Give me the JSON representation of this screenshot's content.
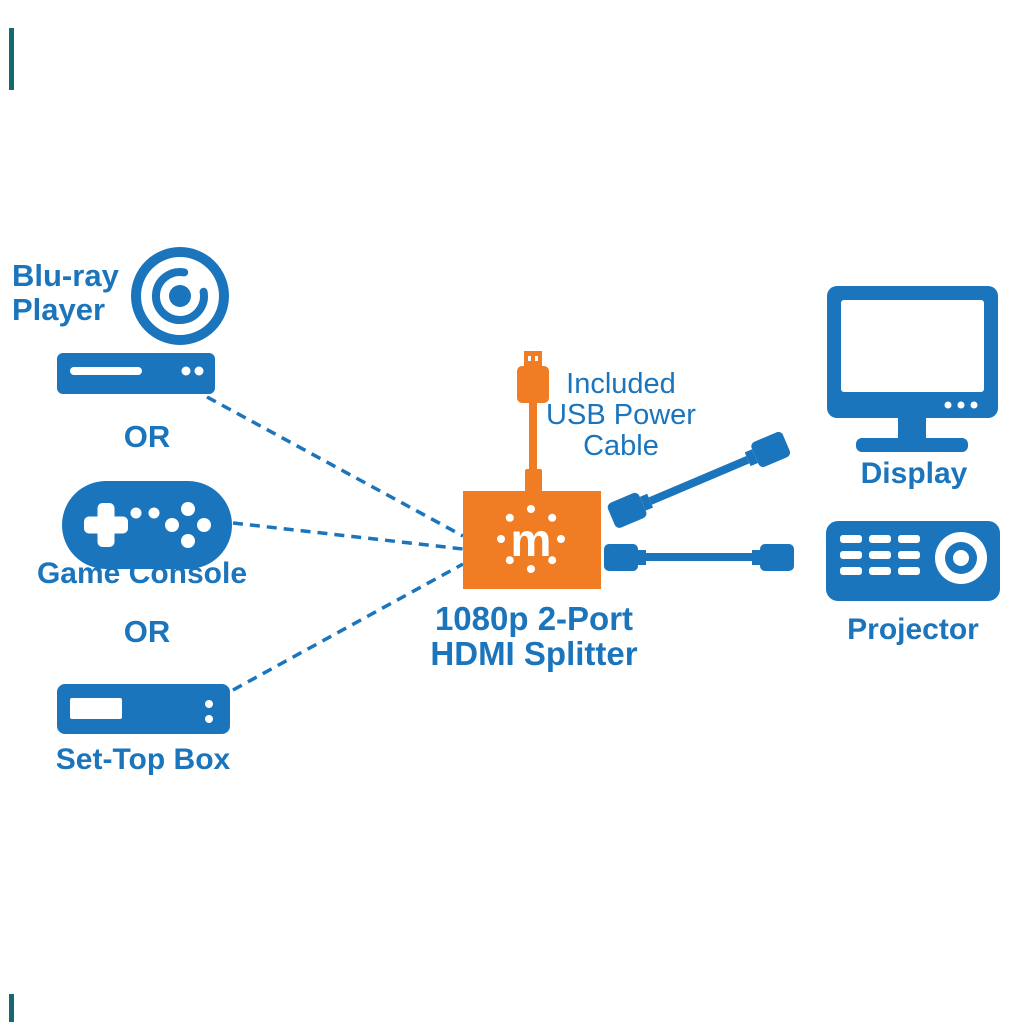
{
  "colors": {
    "blue": "#1b75bc",
    "orange": "#f07d23",
    "teal": "#156a70",
    "background": "#ffffff"
  },
  "sources": {
    "bluray": {
      "line1": "Blu-ray",
      "line2": "Player"
    },
    "or1": "OR",
    "game_console": {
      "label": "Game Console"
    },
    "or2": "OR",
    "settop": {
      "label": "Set-Top Box"
    }
  },
  "splitter": {
    "logo": "m",
    "label_line1": "1080p 2-Port",
    "label_line2": "HDMI Splitter"
  },
  "usb": {
    "line1": "Included",
    "line2": "USB Power",
    "line3": "Cable"
  },
  "outputs": {
    "display": {
      "label": "Display"
    },
    "projector": {
      "label": "Projector"
    }
  }
}
